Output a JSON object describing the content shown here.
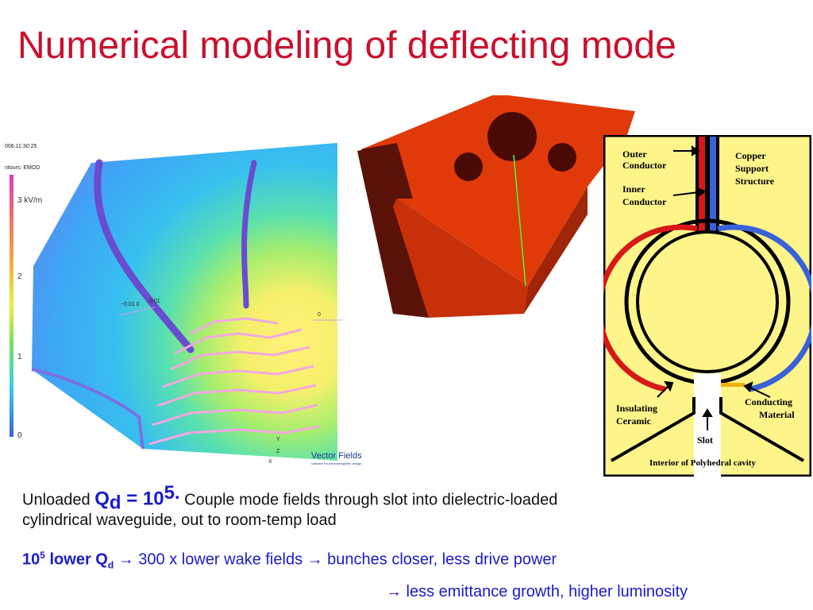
{
  "slide": {
    "title": "Numerical modeling of deflecting mode"
  },
  "fem_plot": {
    "timestamp": "006.11:30:25",
    "contour_label": "ntours: EMOD",
    "unit": "3 kV/m",
    "ticks": [
      "2",
      "1",
      "0"
    ],
    "ruler_left": "−0.01 0",
    "ruler_mid": "0.01",
    "ruler_right": "0",
    "axes": [
      "Y",
      "Z",
      "X"
    ],
    "logo": "Vector Fields",
    "logo_sub": "software for electromagnetic design"
  },
  "diagram": {
    "outer_conductor": [
      "Outer",
      "Conductor"
    ],
    "inner_conductor": [
      "Inner",
      "Conductor"
    ],
    "copper_support": [
      "Copper",
      "Support",
      "Structure"
    ],
    "insulating": [
      "Insulating",
      "Ceramic"
    ],
    "conducting": [
      "Conducting",
      "Material"
    ],
    "slot": "Slot",
    "cavity": "Interior of Polyhedral cavity"
  },
  "text": {
    "line1_prefix": "Unloaded ",
    "q_sym": "Q",
    "q_sub": "d",
    "q_eq": " = 10",
    "q_sup": "5.",
    "line1_rest": "  Couple mode fields through slot into dielectric-loaded",
    "line2": "cylindrical waveguide, out to room-temp load",
    "line3_pow": "10",
    "line3_pow_sup": "5",
    "line3_lower": " lower Q",
    "line3_lower_sub": "d",
    "line3_rest": " → 300 x lower wake fields → bunches closer, less drive power",
    "line4": "→ less emittance growth, higher luminosity"
  },
  "colors": {
    "title": "#c8102e",
    "emphasis": "#1a1acc",
    "cavity": "#e03a0a",
    "diagram_bg": "#fdf58a"
  }
}
